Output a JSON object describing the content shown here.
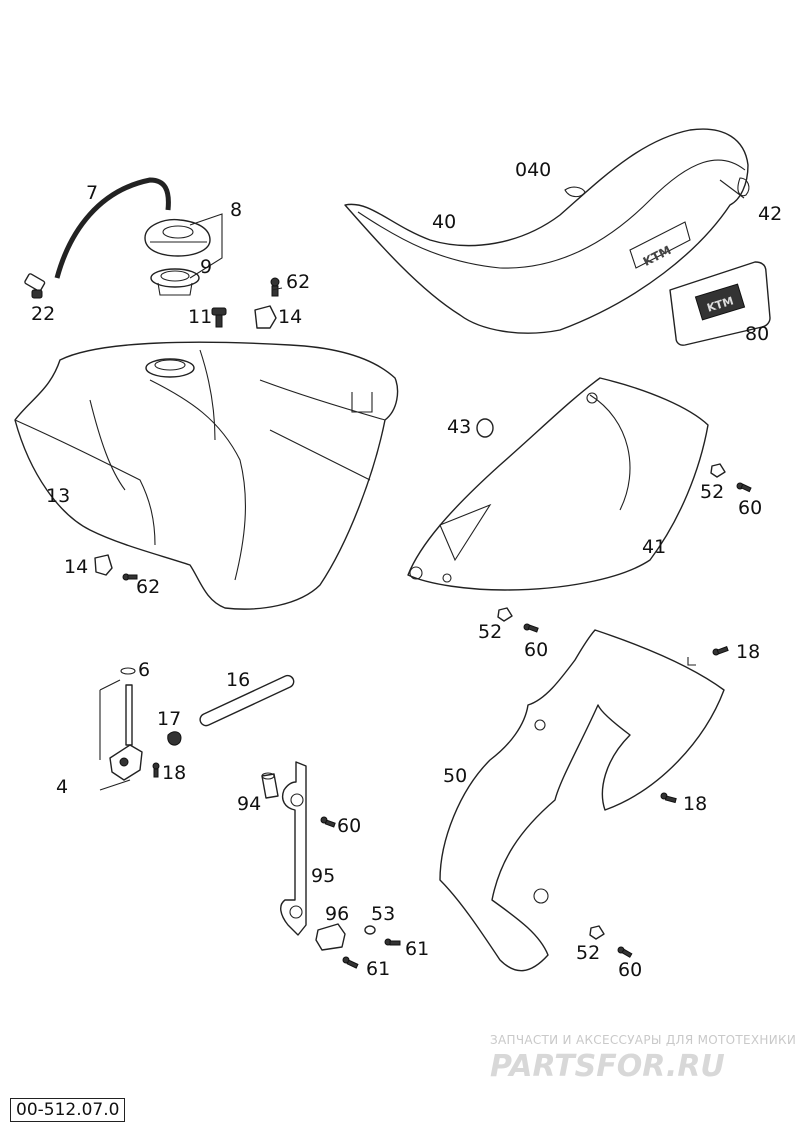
{
  "diagram_code": "00-512.07.0",
  "watermark": {
    "tagline": "ЗАПЧАСТИ И АКСЕССУАРЫ ДЛЯ МОТОТЕХНИКИ",
    "brand": "PARTSFOR.RU"
  },
  "seat_logo": "KTM",
  "sticker_logo": "KTM",
  "callouts": [
    {
      "id": "7",
      "text": "7"
    },
    {
      "id": "8",
      "text": "8"
    },
    {
      "id": "9",
      "text": "9"
    },
    {
      "id": "22",
      "text": "22"
    },
    {
      "id": "62a",
      "text": "62"
    },
    {
      "id": "11",
      "text": "11"
    },
    {
      "id": "14a",
      "text": "14"
    },
    {
      "id": "040",
      "text": "040"
    },
    {
      "id": "40",
      "text": "40"
    },
    {
      "id": "42",
      "text": "42"
    },
    {
      "id": "80",
      "text": "80"
    },
    {
      "id": "13",
      "text": "13"
    },
    {
      "id": "43",
      "text": "43"
    },
    {
      "id": "52a",
      "text": "52"
    },
    {
      "id": "60a",
      "text": "60"
    },
    {
      "id": "41",
      "text": "41"
    },
    {
      "id": "14b",
      "text": "14"
    },
    {
      "id": "62b",
      "text": "62"
    },
    {
      "id": "52b",
      "text": "52"
    },
    {
      "id": "60b",
      "text": "60"
    },
    {
      "id": "6",
      "text": "6"
    },
    {
      "id": "16",
      "text": "16"
    },
    {
      "id": "18a",
      "text": "18"
    },
    {
      "id": "17",
      "text": "17"
    },
    {
      "id": "4",
      "text": "4"
    },
    {
      "id": "18b",
      "text": "18"
    },
    {
      "id": "50",
      "text": "50"
    },
    {
      "id": "94",
      "text": "94"
    },
    {
      "id": "60c",
      "text": "60"
    },
    {
      "id": "18c",
      "text": "18"
    },
    {
      "id": "95",
      "text": "95"
    },
    {
      "id": "96",
      "text": "96"
    },
    {
      "id": "53",
      "text": "53"
    },
    {
      "id": "61a",
      "text": "61"
    },
    {
      "id": "61b",
      "text": "61"
    },
    {
      "id": "52c",
      "text": "52"
    },
    {
      "id": "60d",
      "text": "60"
    }
  ]
}
